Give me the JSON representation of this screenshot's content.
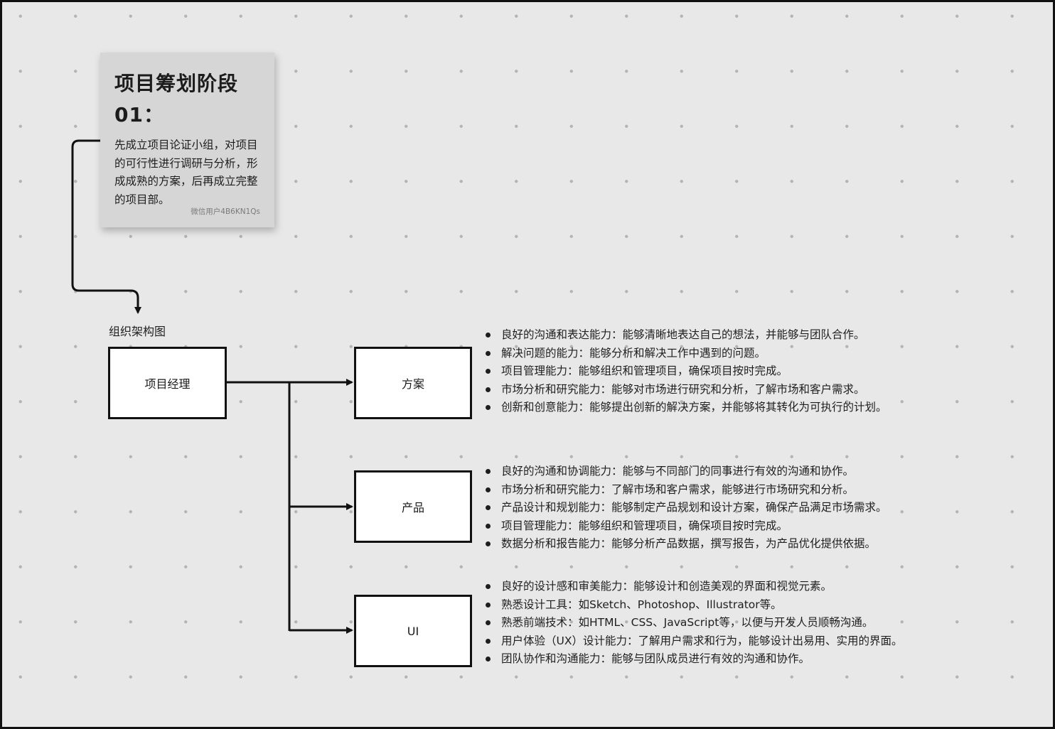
{
  "sticky_note": {
    "title": "项目筹划阶段01：",
    "body": "先成立项目论证小组，对项目的可行性进行调研与分析，形成成熟的方案，后再成立完整的项目部。",
    "author": "微信用户4B6KN1Qs"
  },
  "org_chart": {
    "label": "组织架构图",
    "root": "项目经理",
    "children": [
      {
        "label": "方案",
        "bullets": [
          "良好的沟通和表达能力：能够清晰地表达自己的想法，并能够与团队合作。",
          "解决问题的能力：能够分析和解决工作中遇到的问题。",
          "项目管理能力：能够组织和管理项目，确保项目按时完成。",
          "市场分析和研究能力：能够对市场进行研究和分析，了解市场和客户需求。",
          "创新和创意能力：能够提出创新的解决方案，并能够将其转化为可执行的计划。"
        ]
      },
      {
        "label": "产品",
        "bullets": [
          "良好的沟通和协调能力：能够与不同部门的同事进行有效的沟通和协作。",
          "市场分析和研究能力：了解市场和客户需求，能够进行市场研究和分析。",
          "产品设计和规划能力：能够制定产品规划和设计方案，确保产品满足市场需求。",
          "项目管理能力：能够组织和管理项目，确保项目按时完成。",
          "数据分析和报告能力：能够分析产品数据，撰写报告，为产品优化提供依据。"
        ]
      },
      {
        "label": "UI",
        "bullets": [
          "良好的设计感和审美能力：能够设计和创造美观的界面和视觉元素。",
          "熟悉设计工具：如Sketch、Photoshop、Illustrator等。",
          "熟悉前端技术：如HTML、CSS、JavaScript等，以便与开发人员顺畅沟通。",
          "用户体验（UX）设计能力：了解用户需求和行为，能够设计出易用、实用的界面。",
          "团队协作和沟通能力：能够与团队成员进行有效的沟通和协作。"
        ]
      }
    ]
  },
  "colors": {
    "canvas": "#e8e8e8",
    "sticky": "#d6d6d6",
    "line": "#111111"
  }
}
